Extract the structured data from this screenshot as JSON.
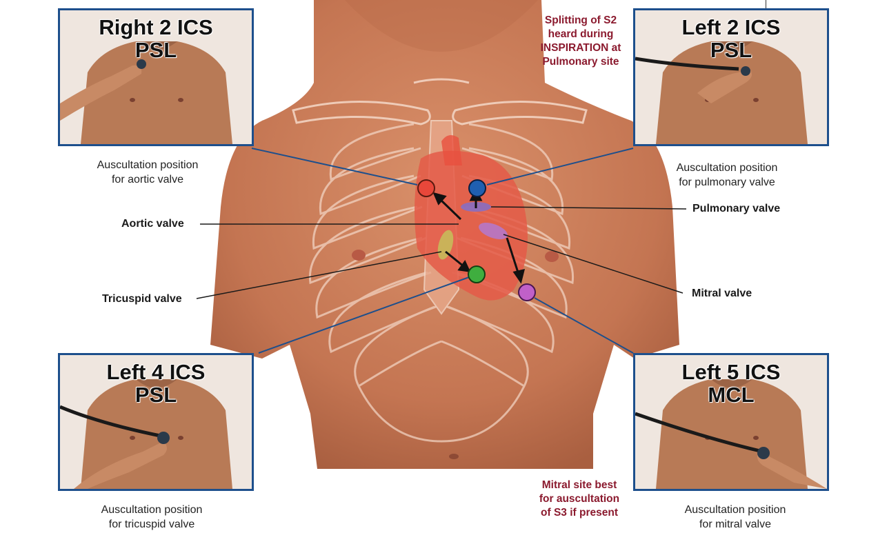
{
  "panels": {
    "top_left": {
      "title": "Right 2 ICS",
      "subtitle": "PSL",
      "caption": [
        "Auscultation position",
        "for aortic valve"
      ]
    },
    "top_right": {
      "title": "Left 2 ICS",
      "subtitle": "PSL",
      "caption": [
        "Auscultation position",
        "for pulmonary valve"
      ]
    },
    "bottom_left": {
      "title": "Left 4 ICS",
      "subtitle": "PSL",
      "caption": [
        "Auscultation position",
        "for tricuspid valve"
      ]
    },
    "bottom_right": {
      "title": "Left 5 ICS",
      "subtitle": "MCL",
      "caption": [
        "Auscultation position",
        "for mitral valve"
      ]
    }
  },
  "valve_labels": {
    "aortic": "Aortic valve",
    "pulmonary": "Pulmonary valve",
    "tricuspid": "Tricuspid valve",
    "mitral": "Mitral valve"
  },
  "notes": {
    "top": [
      "Splitting of S2",
      "heard during",
      "INSPIRATION at",
      "Pulmonary site"
    ],
    "bottom": [
      "Mitral site best",
      "for auscultation",
      "of S3 if present"
    ]
  },
  "colors": {
    "aortic": "#e8473a",
    "pulmonary": "#1f5fb0",
    "tricuspid": "#3fae3f",
    "mitral": "#c060c8",
    "panel_border": "#1d4f8c",
    "note_text": "#8b1a2e"
  }
}
